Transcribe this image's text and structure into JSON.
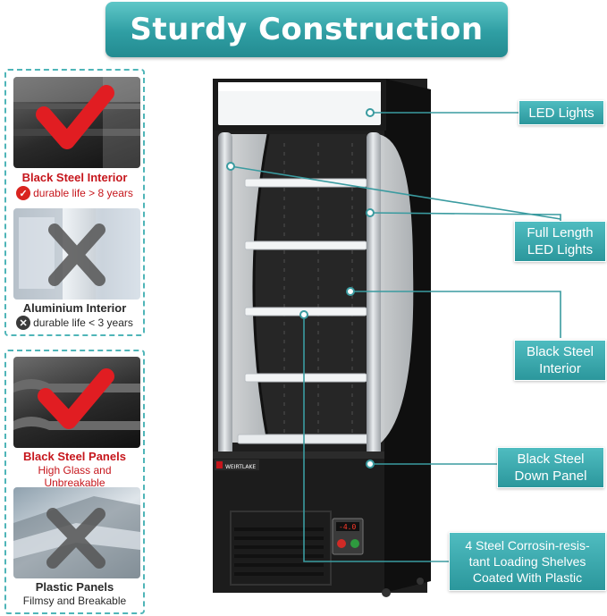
{
  "title": "Sturdy Construction",
  "comparison_top": {
    "good": {
      "title": "Black Steel Interior",
      "subtitle": "durable life > 8 years"
    },
    "bad": {
      "title": "Aluminium Interior",
      "subtitle": "durable life < 3 years"
    }
  },
  "comparison_bottom": {
    "good": {
      "title": "Black Steel Panels",
      "subtitle": "High Glass and Unbreakable"
    },
    "bad": {
      "title": "Plastic Panels",
      "subtitle": "Filmsy and Breakable"
    }
  },
  "callouts": {
    "led_lights": "LED Lights",
    "full_length": [
      "Full Length",
      "LED Lights"
    ],
    "black_steel_interior": [
      "Black Steel",
      "Interior"
    ],
    "black_steel_down_panel": [
      "Black Steel",
      "Down Panel"
    ],
    "shelves": [
      "4 Steel Corrosin-resis-",
      "tant Loading Shelves",
      "Coated With Plastic"
    ]
  },
  "product": {
    "brand_label": "WEIRTLAKE",
    "temperature_display": "-4.0"
  },
  "colors": {
    "accent_teal": "#2f9ea3",
    "good_red": "#c6161c",
    "leader_line": "#3a9ba0"
  },
  "icons": {
    "good": "check-mark-icon",
    "bad": "x-cross-icon"
  }
}
